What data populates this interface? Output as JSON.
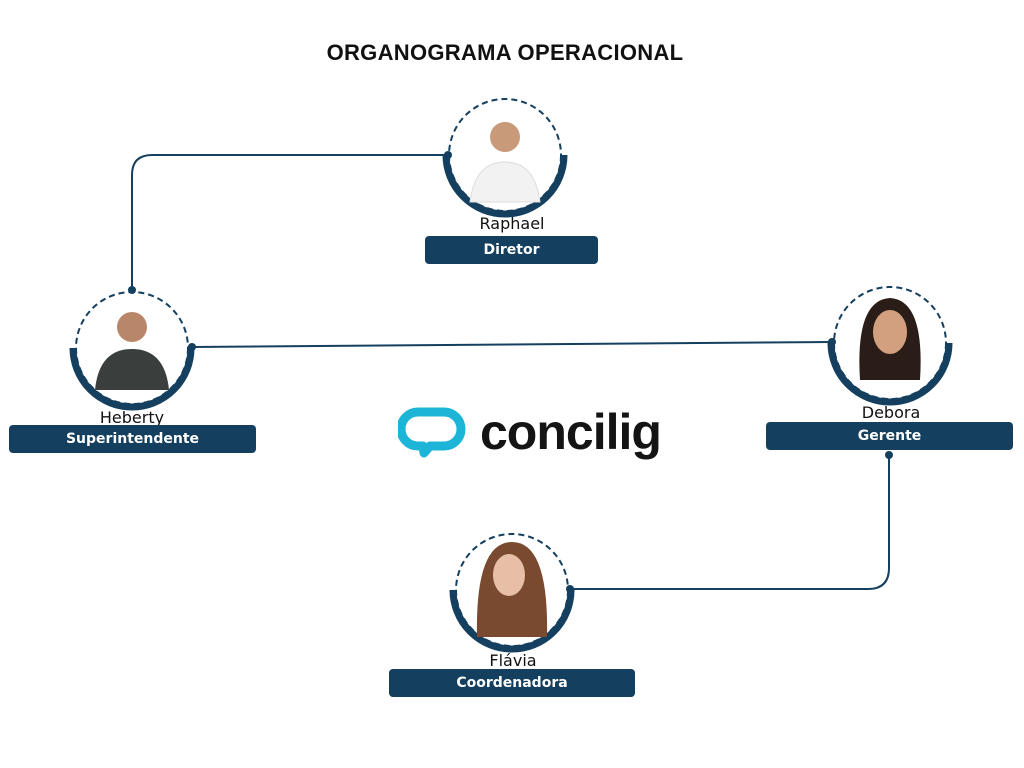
{
  "title": "ORGANOGRAMA OPERACIONAL",
  "logo": {
    "text": "concilig",
    "color": "#1cb5d8"
  },
  "colors": {
    "primary": "#143f5e"
  },
  "people": [
    {
      "name": "Raphael",
      "role": "Diretor"
    },
    {
      "name": "Heberty",
      "role": "Superintendente"
    },
    {
      "name": "Debora",
      "role": "Gerente"
    },
    {
      "name": "Flávia",
      "role": "Coordenadora"
    }
  ]
}
